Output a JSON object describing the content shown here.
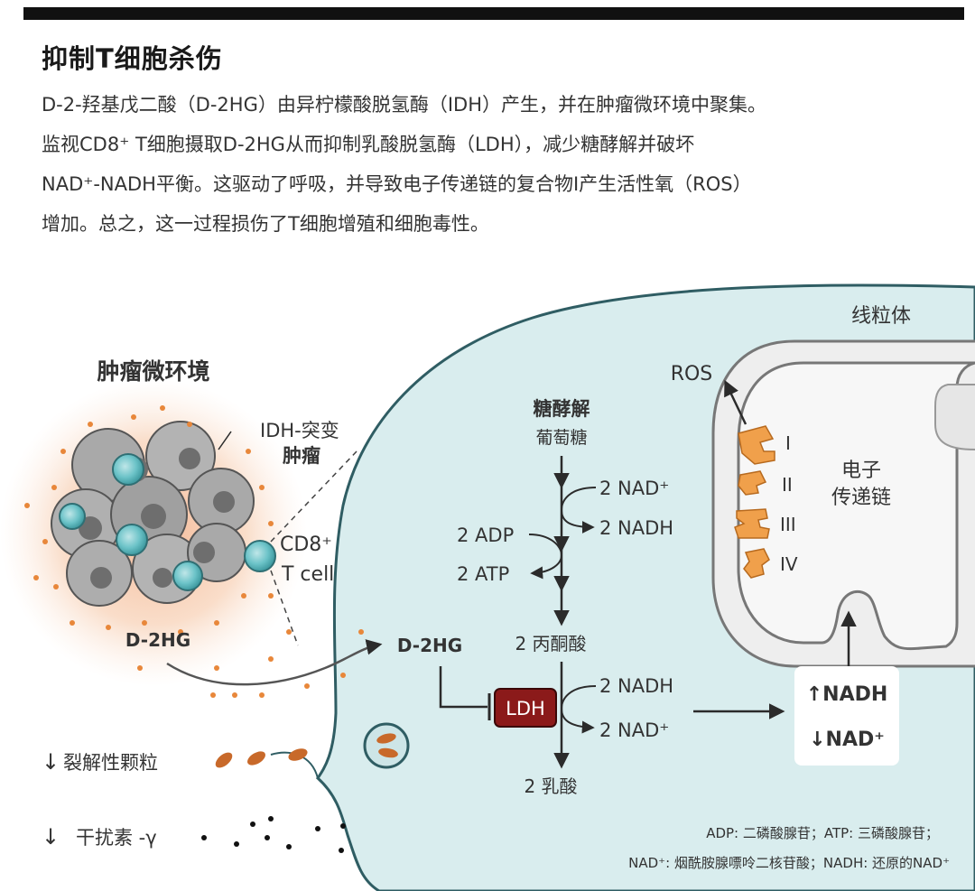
{
  "header": {
    "title": "抑制T细胞杀伤",
    "paragraph_lines": [
      "D-2-羟基戊二酸（D-2HG）由异柠檬酸脱氢酶（IDH）产生，并在肿瘤微环境中聚集。",
      "监视CD8⁺ T细胞摄取D-2HG从而抑制乳酸脱氢酶（LDH），减少糖酵解并破坏",
      "NAD⁺-NADH平衡。这驱动了呼吸，并导致电子传递链的复合物I产生活性氧（ROS）",
      "增加。总之，这一过程损伤了T细胞增殖和细胞毒性。"
    ]
  },
  "tme": {
    "title": "肿瘤微环境",
    "idh_label_1": "IDH-突变",
    "idh_label_2": "肿瘤",
    "cd8_label_1": "CD8⁺",
    "cd8_label_2": "T cell",
    "d2hg_outside": "D-2HG"
  },
  "effects": {
    "arrow": "↓",
    "granules": "裂解性颗粒",
    "interferon": "干扰素 -γ"
  },
  "cell": {
    "d2hg_inside": "D-2HG",
    "glycolysis_title": "糖酵解",
    "glucose": "葡萄糖",
    "nad_plus_1": "2 NAD⁺",
    "nadh_1": "2 NADH",
    "adp": "2 ADP",
    "atp": "2 ATP",
    "pyruvate": "2  丙酮酸",
    "ldh": "LDH",
    "nadh_2": "2 NADH",
    "nad_plus_2": "2 NAD⁺",
    "lactate": "2  乳酸",
    "nadh_up": "↑NADH",
    "nad_down": "↓NAD⁺"
  },
  "mito": {
    "label": "线粒体",
    "ros": "ROS",
    "etc_line1": "电子",
    "etc_line2": "传递链",
    "complexes": [
      "I",
      "II",
      "III",
      "IV"
    ]
  },
  "legend": {
    "line1": "ADP: 二磷酸腺苷；ATP: 三磷酸腺苷；",
    "line2": "NAD⁺: 烟酰胺腺嘌呤二核苷酸；NADH: 还原的NAD⁺"
  },
  "colors": {
    "cell_fill": "#d9edee",
    "cell_stroke": "#2f5d63",
    "ldh": "#8b1a1a",
    "complex": "#f0a04b",
    "dot": "#e8873a",
    "glow": "#f6c7a6",
    "tcell": "#6cc3c8"
  }
}
